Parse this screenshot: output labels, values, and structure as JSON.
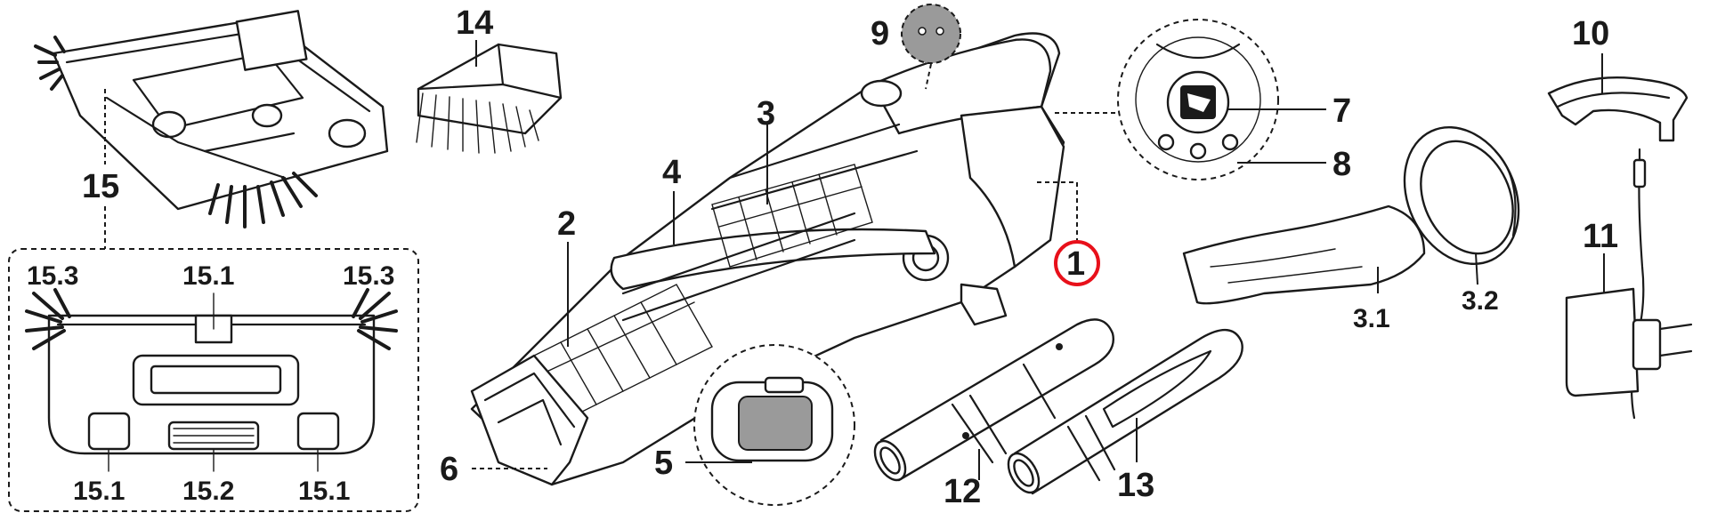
{
  "labels": {
    "l1": "1",
    "l2": "2",
    "l3": "3",
    "l3_1": "3.1",
    "l3_2": "3.2",
    "l4": "4",
    "l5": "5",
    "l6": "6",
    "l7": "7",
    "l8": "8",
    "l9": "9",
    "l10": "10",
    "l11": "11",
    "l12": "12",
    "l13": "13",
    "l14": "14",
    "l15": "15",
    "l15_1_top": "15.1",
    "l15_1_left": "15.1",
    "l15_1_right": "15.1",
    "l15_2": "15.2",
    "l15_3_left": "15.3",
    "l15_3_right": "15.3"
  },
  "colors": {
    "line": "#1a1a1a",
    "highlight_circle": "#e8101a",
    "part_gray": "#9a9a9a",
    "background": "#ffffff"
  },
  "highlighted_label": "1"
}
